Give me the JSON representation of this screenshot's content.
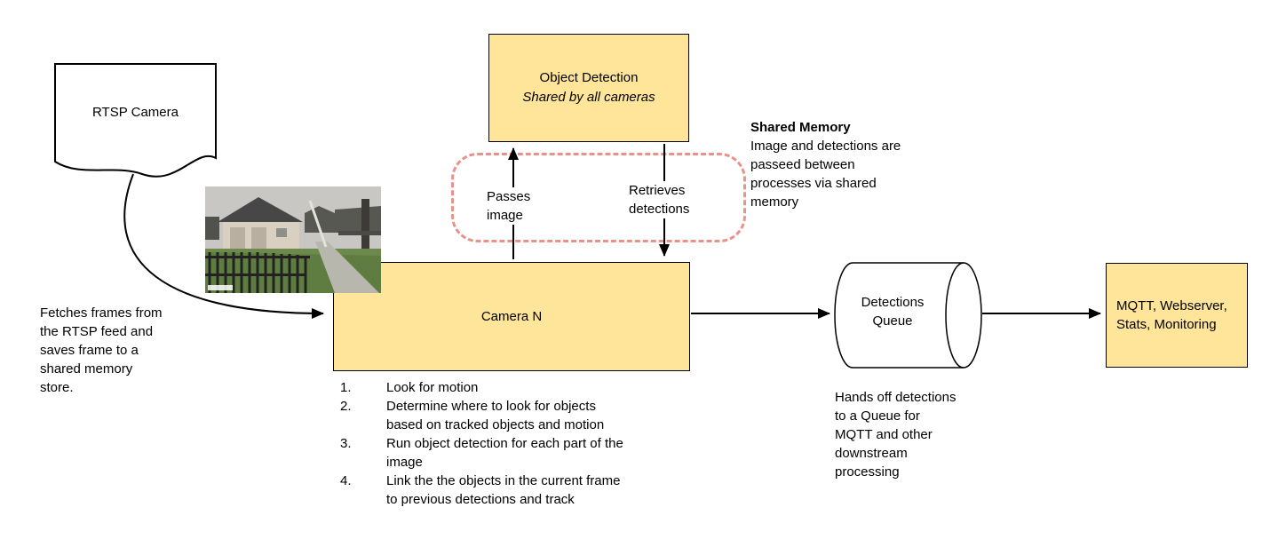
{
  "diagram": {
    "rtsp": {
      "label": "RTSP Camera"
    },
    "fetch_note": {
      "lines": [
        "Fetches frames from",
        "the RTSP feed and",
        "saves frame to a",
        "shared memory",
        "store."
      ]
    },
    "object_detection": {
      "title": "Object Detection",
      "subtitle": "Shared by all cameras"
    },
    "passes_image": {
      "lines": [
        "Passes",
        "image"
      ]
    },
    "retrieves_detections": {
      "lines": [
        "Retrieves",
        "detections"
      ]
    },
    "shared_memory": {
      "title": "Shared Memory",
      "lines": [
        "Image and detections are",
        "passeed between",
        "processes via shared",
        "memory"
      ]
    },
    "camera_n": {
      "label": "Camera N"
    },
    "steps": [
      {
        "num": "1.",
        "lines": [
          "Look for motion"
        ]
      },
      {
        "num": "2.",
        "lines": [
          "Determine where to look for objects",
          "based on tracked objects and motion"
        ]
      },
      {
        "num": "3.",
        "lines": [
          "Run object detection for each part of the",
          "image"
        ]
      },
      {
        "num": "4.",
        "lines": [
          "Link the the objects in the current frame",
          "to previous detections and track"
        ]
      }
    ],
    "queue": {
      "lines": [
        "Detections",
        "Queue"
      ]
    },
    "queue_note": {
      "lines": [
        "Hands off detections",
        "to a Queue for",
        "MQTT and other",
        "downstream",
        "processing"
      ]
    },
    "mqtt": {
      "lines": [
        "MQTT, Webserver,",
        "Stats, Monitoring"
      ]
    },
    "colors": {
      "box_fill": "#ffe599",
      "dashed_border": "#e8938a"
    }
  }
}
